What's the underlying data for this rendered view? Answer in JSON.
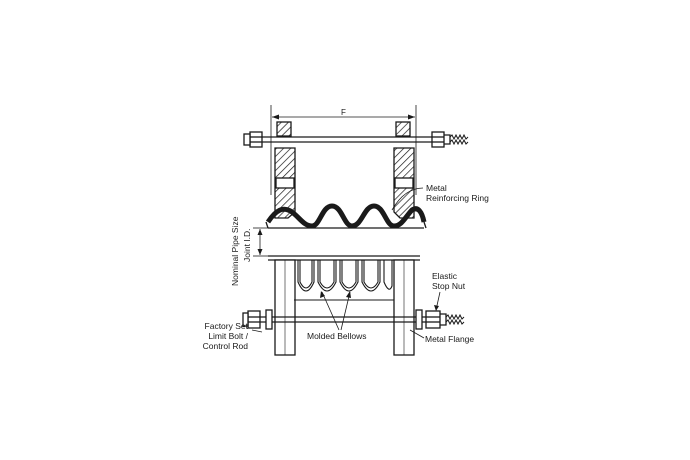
{
  "diagram": {
    "dimension_label": "F",
    "labels": {
      "metal_reinforcing_ring": [
        "Metal",
        "Reinforcing Ring"
      ],
      "elastic_stop_nut": [
        "Elastic",
        "Stop Nut"
      ],
      "factory_set_limit_bolt": [
        "Factory Set",
        "Limit Bolt /",
        "Control Rod"
      ],
      "molded_bellows": "Molded Bellows",
      "metal_flange": "Metal Flange",
      "nominal_pipe_size": "Nominal Pipe Size",
      "joint_id": "Joint I.D."
    },
    "colors": {
      "ink": "#1a1a1a",
      "background": "#ffffff"
    }
  }
}
